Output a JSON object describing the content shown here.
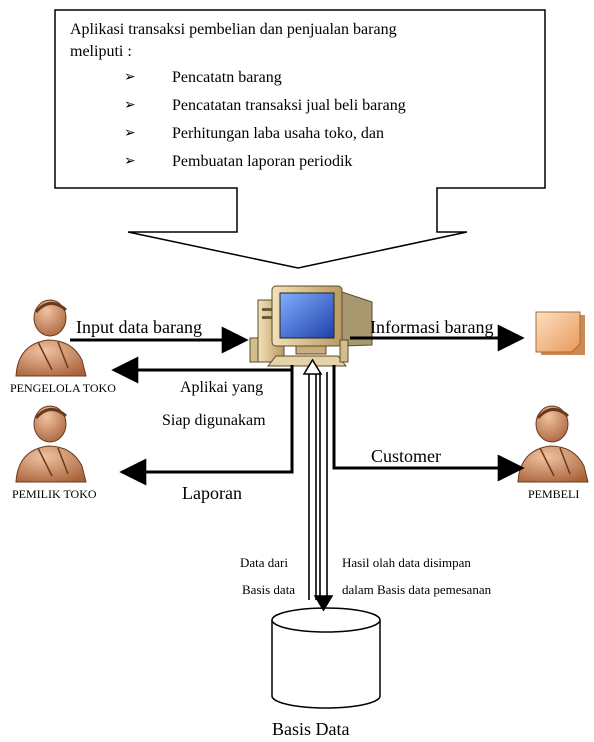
{
  "callout": {
    "intro_line1": "Aplikasi transaksi pembelian dan penjualan barang",
    "intro_line2": "meliputi :",
    "bullet_symbol": "➢",
    "items": [
      "Pencatatn barang",
      "Pencatatan transaksi jual beli barang",
      "Perhitungan laba usaha toko, dan",
      "Pembuatan laporan periodik"
    ]
  },
  "actors": {
    "pengelola": "PENGELOLA TOKO",
    "pemilik": "PEMILIK TOKO",
    "pembeli": "PEMBELI"
  },
  "flows": {
    "input_data": "Input  data barang",
    "informasi": "Informasi barang",
    "aplikasi_line1": "Aplikai yang",
    "aplikasi_line2": "Siap digunakam",
    "customer": "Customer",
    "laporan": "Laporan",
    "data_dari_line1": "Data dari",
    "data_dari_line2": "Basis data",
    "hasil_line1": "Hasil olah data disimpan",
    "hasil_line2": "dalam Basis data pemesanan"
  },
  "database": {
    "label": "Basis Data"
  },
  "icons": {
    "computer": "computer-icon",
    "person": "person-icon",
    "document": "document-icon",
    "database": "database-cylinder-icon"
  },
  "colors": {
    "person": "#c8845a",
    "person_dark": "#6a3a1e",
    "monitor_screen": "#3c6fd8",
    "computer_case": "#d9c49a",
    "document": "#f4b27a"
  }
}
